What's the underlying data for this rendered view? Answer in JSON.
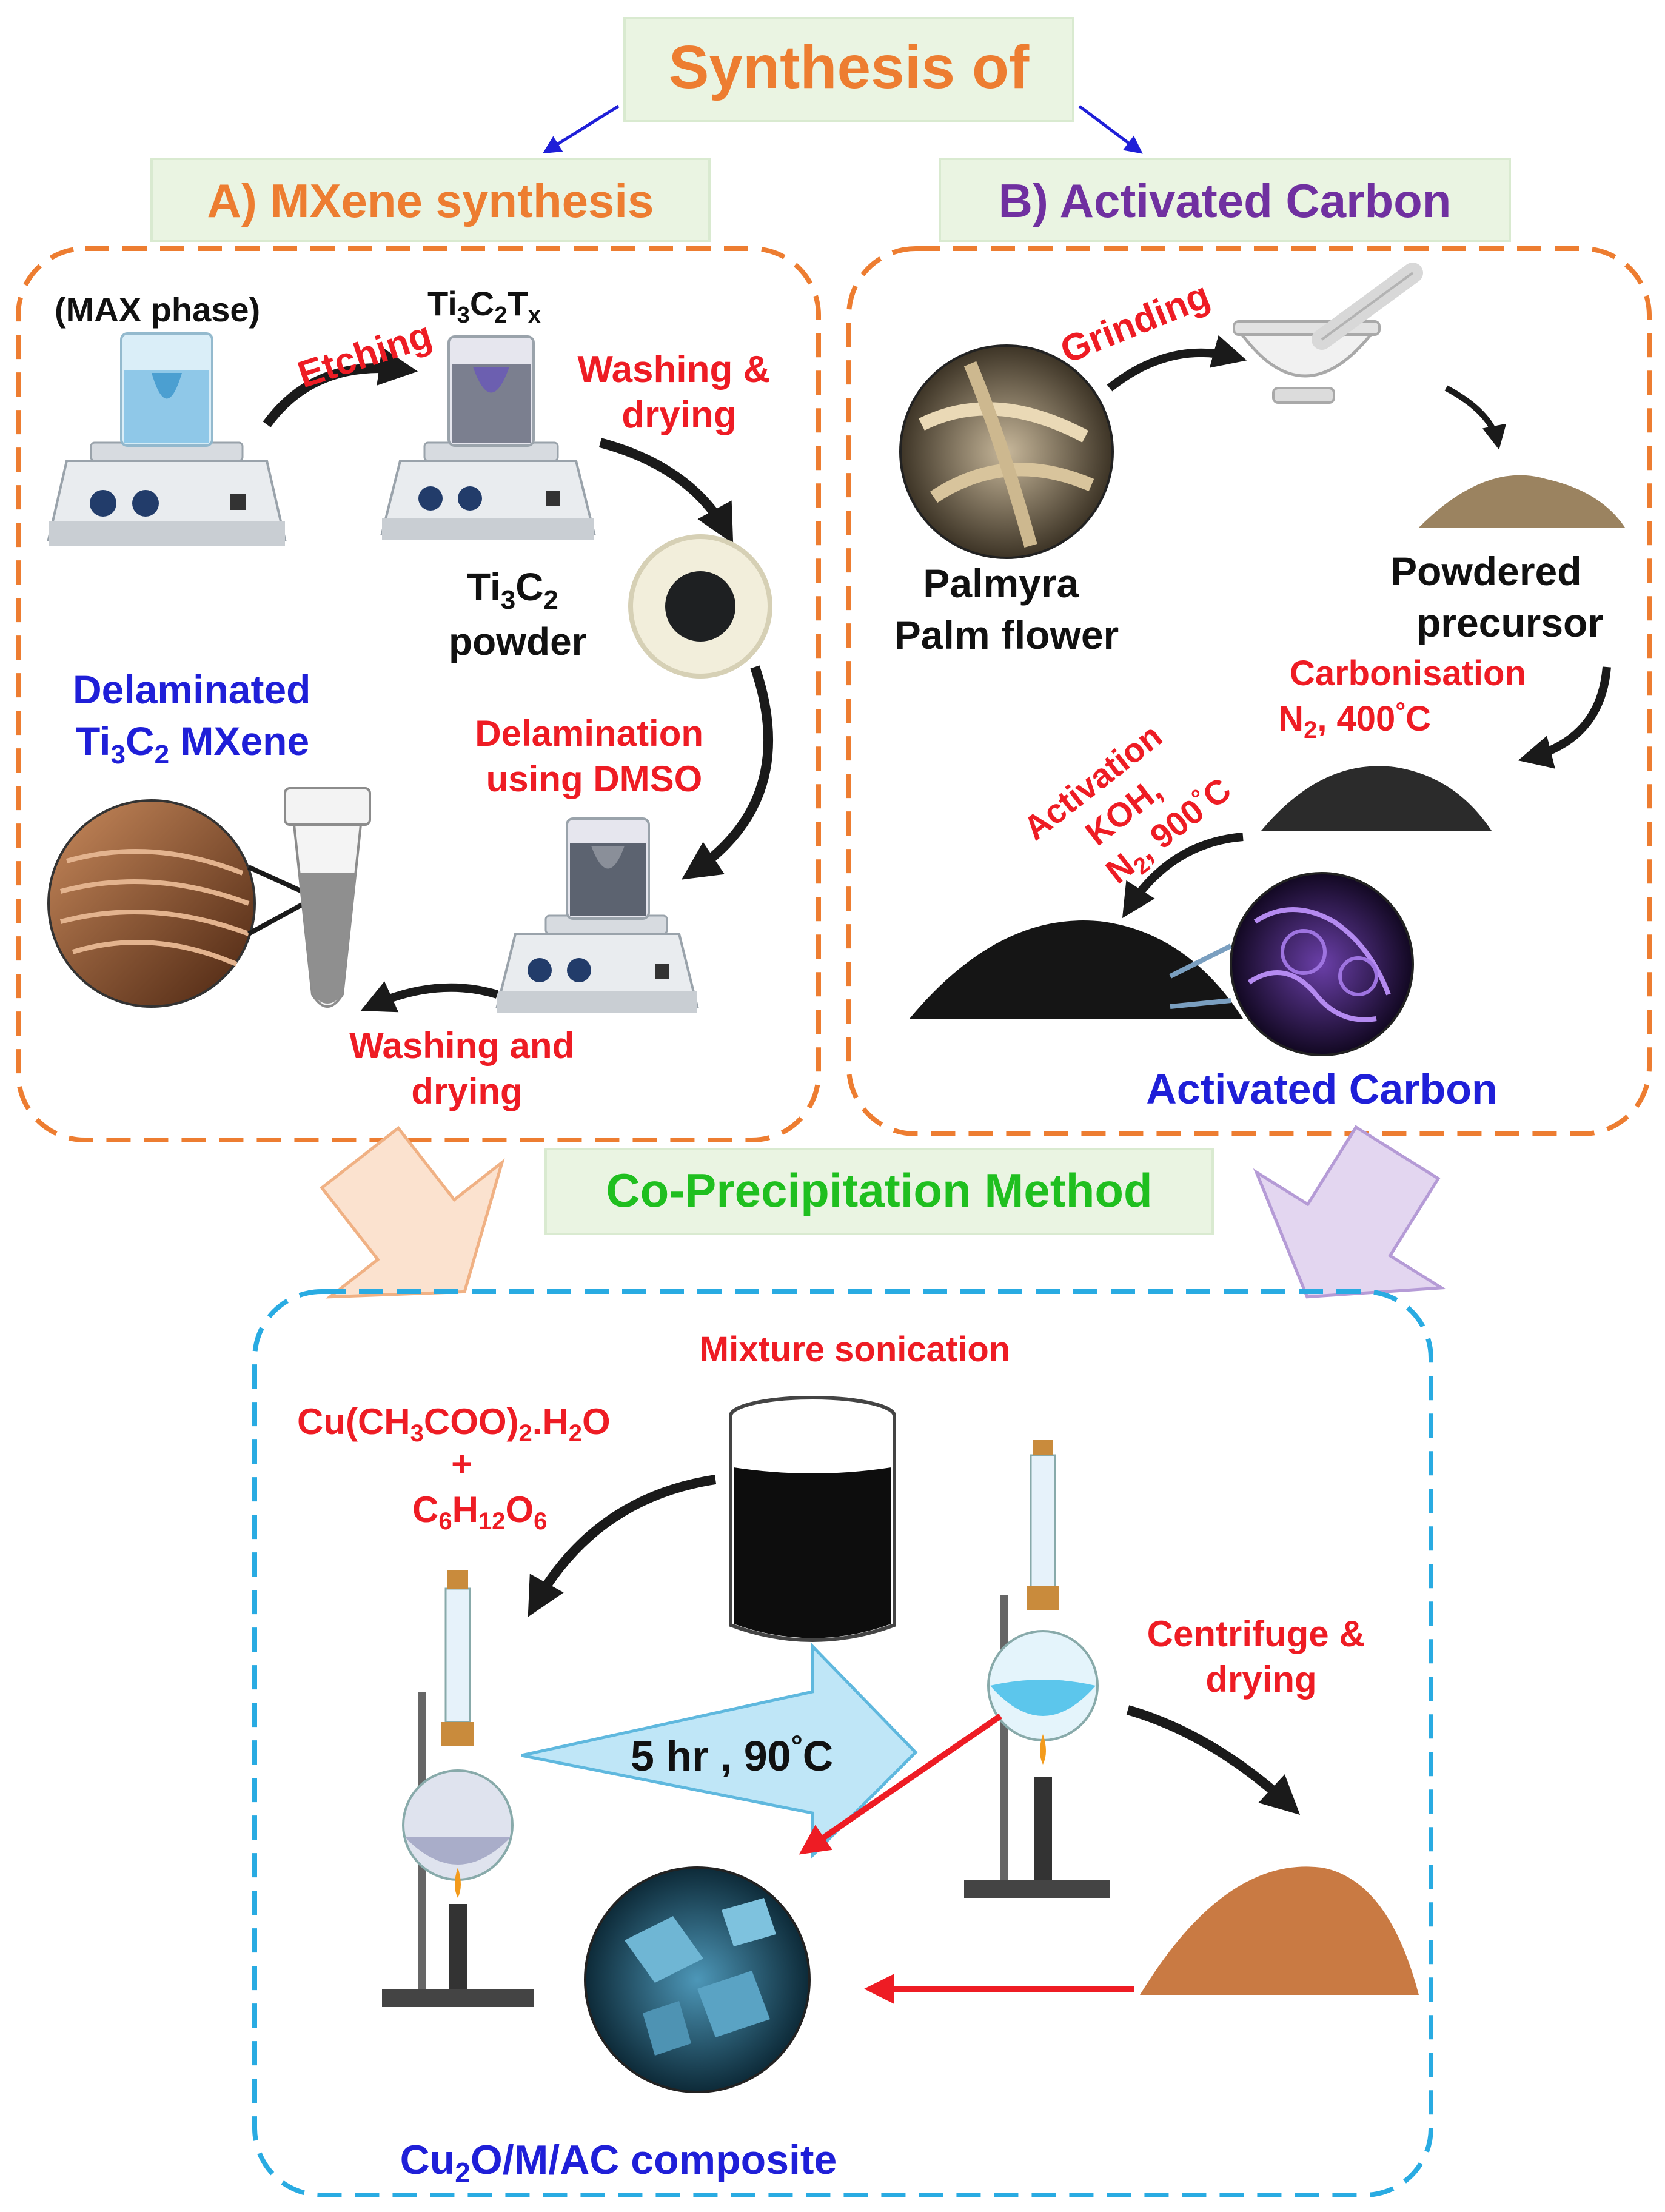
{
  "title": "Synthesis of",
  "panel_a": {
    "heading": "A) MXene synthesis",
    "max_phase": "(MAX  phase)",
    "etching": "Etching",
    "ti3c2tx": {
      "base": "Ti",
      "s1": "3",
      "c": "C",
      "s2": "2",
      "t": "T",
      "s3": "x"
    },
    "washing_drying_1": {
      "line1": "Washing &",
      "line2": "drying"
    },
    "ti3c2_powder": {
      "ti": "Ti",
      "s1": "3",
      "c": "C",
      "s2": "2",
      "line2": "powder"
    },
    "delaminated": {
      "line1": "Delaminated",
      "ti": "Ti",
      "s1": "3",
      "c": "C",
      "s2": "2",
      "rest": " MXene"
    },
    "delamination": {
      "line1": "Delamination",
      "line2": "using DMSO"
    },
    "washing_drying_2": {
      "line1": "Washing and",
      "line2": "drying"
    }
  },
  "panel_b": {
    "heading": "B) Activated Carbon",
    "grinding": "Grinding",
    "palmyra": {
      "line1": "Palmyra",
      "line2": "Palm flower"
    },
    "powdered": {
      "line1": "Powdered",
      "line2": "precursor"
    },
    "carbonisation": {
      "line1": "Carbonisation",
      "n": "N",
      "sub": "2",
      "rest": ", 400",
      "deg": "°",
      "unit": "C"
    },
    "activation": {
      "line1": "Activation",
      "line2": "KOH,",
      "n": "N",
      "sub": "2",
      "rest": ", 900",
      "deg": "°",
      "unit": "C"
    },
    "activated_carbon": "Activated Carbon"
  },
  "method": "Co-Precipitation Method",
  "panel_c": {
    "mixture_sonication": "Mixture sonication",
    "reagent1": {
      "a": "Cu(CH",
      "s1": "3",
      "b": "COO)",
      "s2": "2",
      "c": ".H",
      "s3": "2",
      "d": "O"
    },
    "plus": "+",
    "reagent2": {
      "a": "C",
      "s1": "6",
      "b": "H",
      "s2": "12",
      "c": "O",
      "s3": "6"
    },
    "condition": {
      "a": "5 hr , 90",
      "deg": "°",
      "unit": "C"
    },
    "centrifuge": {
      "line1": "Centrifuge &",
      "line2": "drying"
    },
    "composite": {
      "a": "Cu",
      "s1": "2",
      "b": "O/M/AC composite"
    }
  },
  "colors": {
    "title_orange": "#ed7d31",
    "heading_a": "#ed7d31",
    "heading_b": "#7030a0",
    "method_green": "#1fbf1f",
    "label_red": "#ee1c24",
    "label_blue": "#1f1fd8",
    "box_a_border": "#ed7d31",
    "box_b_border": "#ed7d31",
    "box_c_border": "#29abe2",
    "title_bg": "#eaf4e2",
    "condition_arrow": "#bfe6f7"
  }
}
